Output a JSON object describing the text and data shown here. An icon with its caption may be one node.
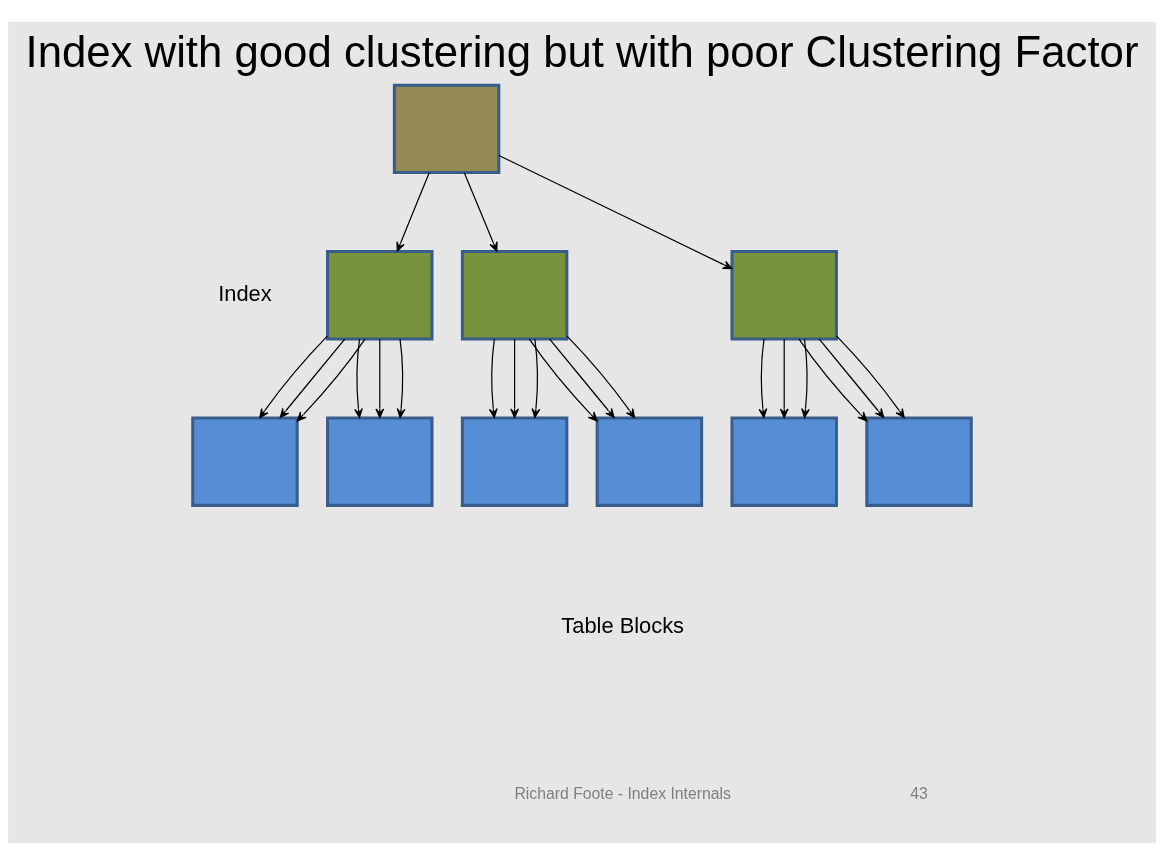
{
  "diagram": {
    "title": "Index with good clustering but with poor Clustering Factor",
    "nodes": [
      {
        "text": [],
        "shape": "box"
      },
      {
        "text": [],
        "shape": "box"
      },
      {
        "text": [],
        "shape": "box"
      },
      {
        "text": [],
        "shape": "box"
      },
      {
        "text": [],
        "shape": "box"
      },
      {
        "text": [],
        "shape": "box"
      },
      {
        "text": [],
        "shape": "box"
      },
      {
        "text": [],
        "shape": "box"
      },
      {
        "text": [],
        "shape": "box"
      },
      {
        "text": [],
        "shape": "box"
      }
    ],
    "edges": [
      {
        "from": 0,
        "to": 1,
        "arrow": "to"
      },
      {
        "from": 0,
        "to": 2,
        "arrow": "to"
      },
      {
        "from": 0,
        "to": 3,
        "arrow": "to"
      },
      {
        "from": 1,
        "to": 4,
        "arrow": "to"
      },
      {
        "from": 1,
        "to": 4,
        "arrow": "to"
      },
      {
        "from": 1,
        "to": 4,
        "arrow": "to"
      },
      {
        "from": 1,
        "to": 5,
        "arrow": "to"
      },
      {
        "from": 1,
        "to": 5,
        "arrow": "to"
      },
      {
        "from": 1,
        "to": 5,
        "arrow": "to"
      },
      {
        "from": 2,
        "to": 6,
        "arrow": "to"
      },
      {
        "from": 2,
        "to": 6,
        "arrow": "to"
      },
      {
        "from": 2,
        "to": 6,
        "arrow": "to"
      },
      {
        "from": 2,
        "to": 7,
        "arrow": "to"
      },
      {
        "from": 2,
        "to": 7,
        "arrow": "to"
      },
      {
        "from": 2,
        "to": 7,
        "arrow": "to"
      },
      {
        "from": 3,
        "to": 8,
        "arrow": "to"
      },
      {
        "from": 3,
        "to": 8,
        "arrow": "to"
      },
      {
        "from": 3,
        "to": 8,
        "arrow": "to"
      },
      {
        "from": 3,
        "to": 9,
        "arrow": "to"
      },
      {
        "from": 3,
        "to": 9,
        "arrow": "to"
      },
      {
        "from": 3,
        "to": 9,
        "arrow": "to"
      }
    ],
    "labels": [
      "Index",
      "Table Blocks",
      "Richard Foote - Index Internals",
      "43"
    ]
  }
}
